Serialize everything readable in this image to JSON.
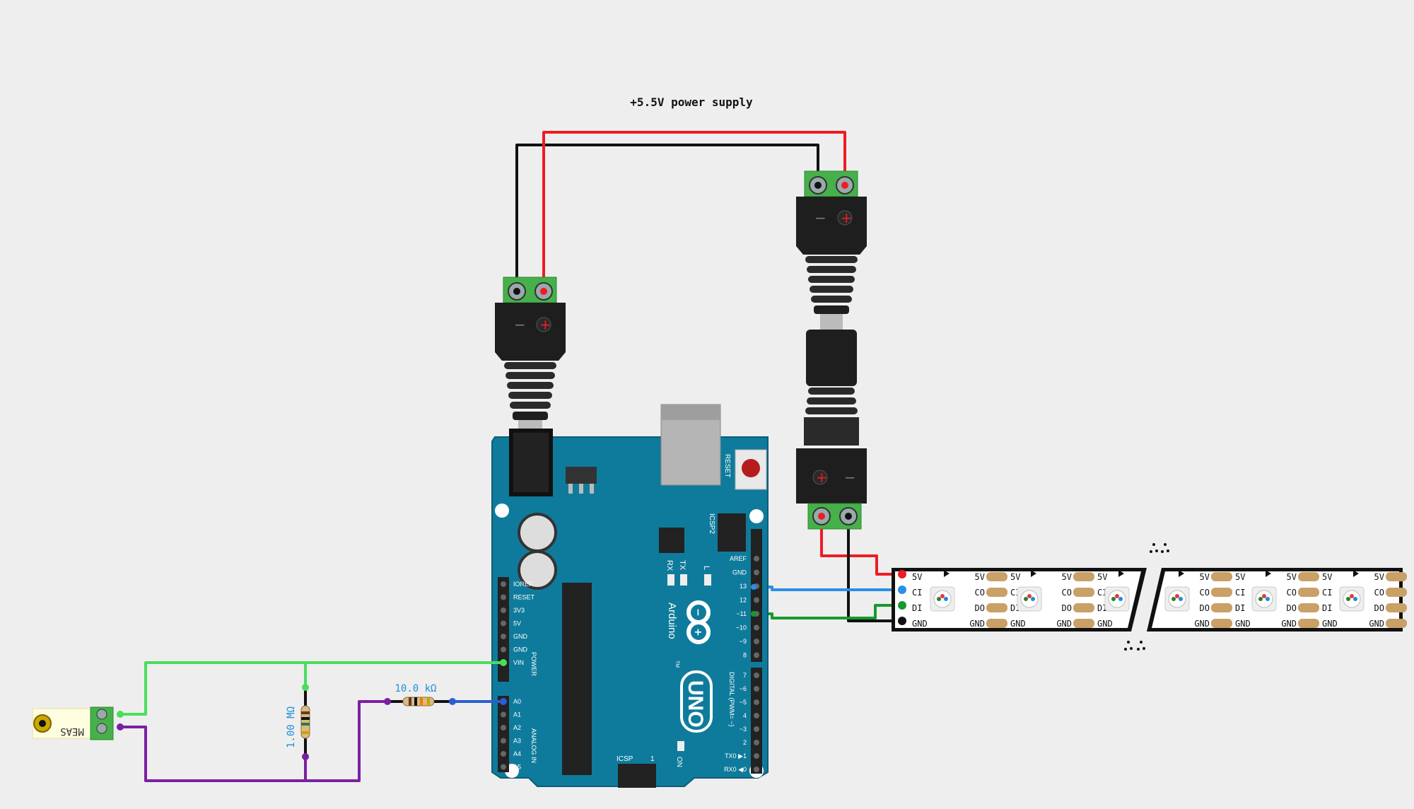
{
  "diagram": {
    "power_label": "+5.5V power supply",
    "resistor_10k": "10.0 kΩ",
    "resistor_1m": "1.00 MΩ",
    "sensor_label": "MEAS",
    "arduino": {
      "brand": "Arduino",
      "model": "UNO",
      "tm": "TM",
      "reset": "RESET",
      "icsp": "ICSP",
      "icsp2": "ICSP2",
      "on": "ON",
      "one": "1",
      "tx": "TX",
      "rx": "RX",
      "l": "L",
      "power": "POWER",
      "analog_in": "ANALOG IN",
      "digital": "DIGITAL (PWM= ~)",
      "power_pins": [
        "IOREF",
        "RESET",
        "3V3",
        "5V",
        "GND",
        "GND",
        "VIN"
      ],
      "analog_pins": [
        "A0",
        "A1",
        "A2",
        "A3",
        "A4",
        "A5"
      ],
      "digital_top": [
        "AREF",
        "GND",
        "13",
        "12",
        "~11",
        "~10",
        "~9",
        "8"
      ],
      "digital_bottom": [
        "7",
        "~6",
        "~5",
        "4",
        "~3",
        "2",
        "TX0 ▶1",
        "RX0 ◀0"
      ]
    },
    "strip": {
      "first_labels": [
        "5V",
        "CI",
        "DI",
        "GND"
      ],
      "out_labels": [
        "5V",
        "CO",
        "DO",
        "GND"
      ],
      "in_labels": [
        "5V",
        "CI",
        "DI",
        "GND"
      ]
    },
    "colors": {
      "wire_red": "#ee1c24",
      "wire_black": "#111111",
      "wire_green_light": "#4cdd5c",
      "wire_green_dark": "#169a2c",
      "wire_blue": "#2a8fe6",
      "wire_purple": "#7b1fa2",
      "arduino_board": "#0f7b9c",
      "terminal_green": "#46b04a"
    }
  }
}
